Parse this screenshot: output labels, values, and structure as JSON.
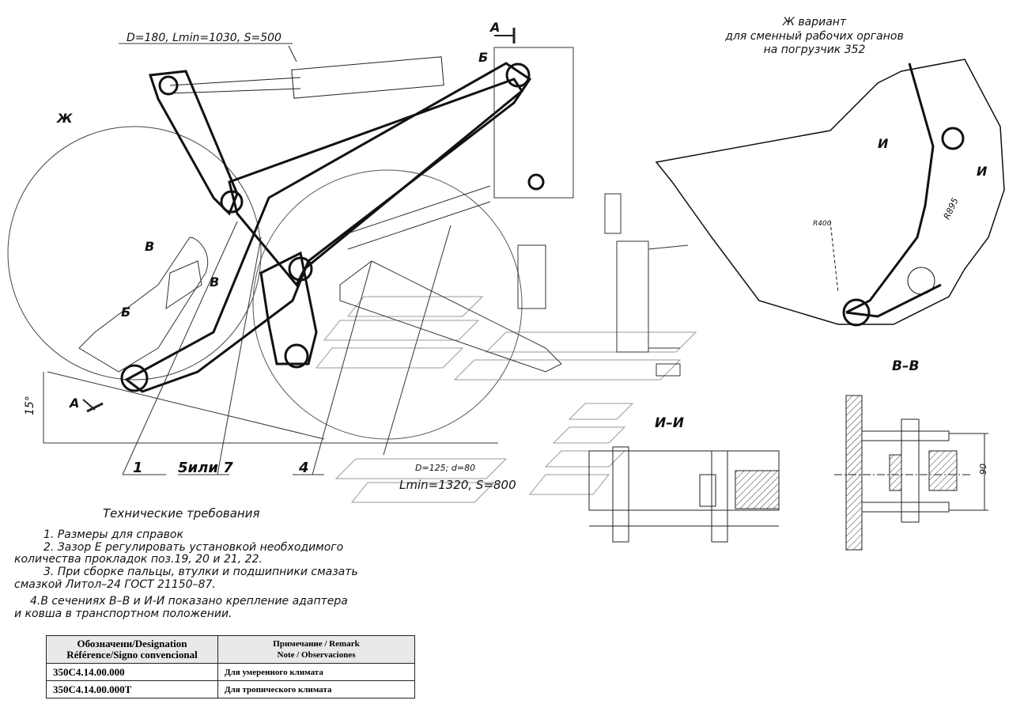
{
  "variant": {
    "line1": "Ж вариант",
    "line2": "для сменный рабочих органов",
    "line3": "на погрузчик 352"
  },
  "cylinder_top": "D=180, Lmin=1030, S=500",
  "cylinder_bottom": {
    "line1": "D=125; d=80",
    "line2": "Lmin=1320, S=800"
  },
  "section_marks": {
    "A_top": "А",
    "A_bottom": "А",
    "B_top": "Б",
    "B_left": "Б",
    "V_left": "В",
    "V_mid": "В",
    "I_left": "И",
    "I_right": "И",
    "Zh": "Ж"
  },
  "angle": "15°",
  "radius_R400": "R400",
  "radius_R895": "R895",
  "section_vv": "В–В",
  "section_ii": "И–И",
  "dim_90": "90",
  "positions": [
    "1",
    "5или 7",
    "4"
  ],
  "tech_req": {
    "title": "Технические требования",
    "items": [
      "1. Размеры для справок",
      "2. Зазор Е  регулировать установкой необходимого",
      "количества прокладок поз.19, 20 и 21, 22.",
      "3. При сборке пальцы, втулки и подшипники смазать",
      "смазкой Литол–24 ГОСТ 21150–87.",
      "4.В сечениях В–В и И-И показано крепление адаптера",
      "и ковша в транспортном положении."
    ]
  },
  "spec_table": {
    "header_col1": [
      "Обозначени/Designation",
      "Référence/Signo convencional"
    ],
    "header_col2": [
      "Примечание / Remark",
      "Note /  Observaciones"
    ],
    "rows": [
      {
        "designation": "350С4.14.00.000",
        "remark": "Для умеренного климата"
      },
      {
        "designation": "350С4.14.00.000Т",
        "remark": "Для тропического климата"
      }
    ]
  }
}
